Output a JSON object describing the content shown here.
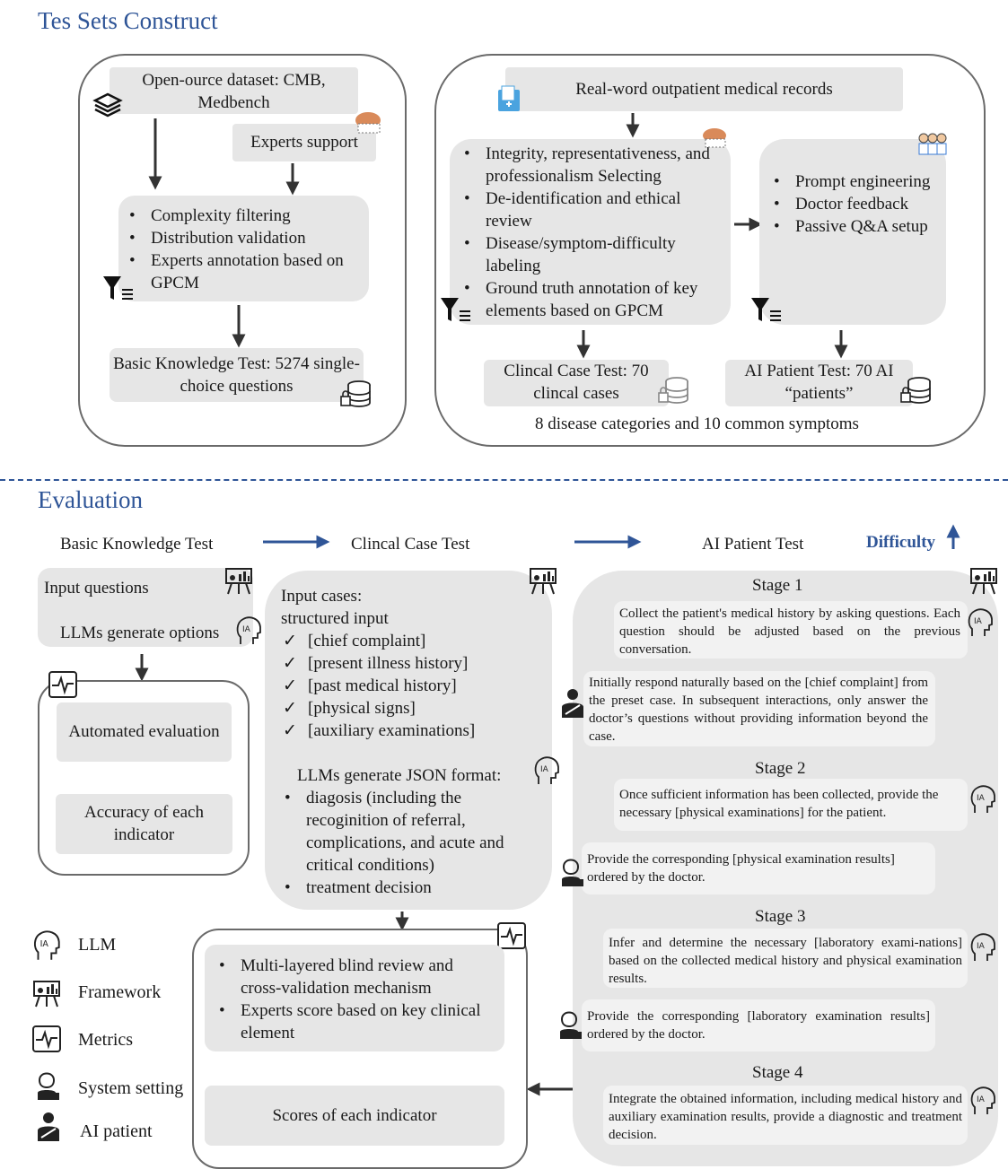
{
  "section1": {
    "title": "Tes Sets Construct",
    "left": {
      "source": "Open-ource dataset: CMB, Medbench",
      "experts": "Experts support",
      "filters": [
        "Complexity filtering",
        "Distribution validation",
        "Experts annotation based on GPCM"
      ],
      "result": "Basic Knowledge Test: 5274 single-choice questions"
    },
    "right": {
      "source": "Real-word outpatient medical records",
      "steps": [
        "Integrity, representativeness, and professionalism Selecting",
        "De-identification and ethical review",
        "Disease/symptom-difficulty labeling",
        "Ground truth annotation of key elements based on GPCM"
      ],
      "prompt": [
        "Prompt engineering",
        "Doctor feedback",
        "Passive Q&A setup"
      ],
      "clinical_test": "Clincal Case Test: 70 clincal cases",
      "ai_patient_test": "AI Patient Test: 70 AI “patients”",
      "footnote": "8 disease categories and 10 common symptoms"
    }
  },
  "section2": {
    "title": "Evaluation",
    "headers": {
      "basic": "Basic Knowledge Test",
      "clinical": "Clincal Case Test",
      "ai": "AI Patient Test",
      "difficulty": "Difficulty"
    },
    "basic": {
      "input": "Input questions",
      "llm": "LLMs generate options",
      "auto": "Automated evaluation",
      "accuracy": "Accuracy of each indicator"
    },
    "clinical": {
      "input_title": "Input cases:",
      "input_sub": "structured input",
      "checks": [
        "[chief complaint]",
        "[present illness history]",
        "[past medical history]",
        "[physical signs]",
        "[auxiliary examinations]"
      ],
      "json_title": "LLMs generate JSON format:",
      "outputs": [
        "diagosis (including the recoginition of referral, complications, and acute and critical conditions)",
        "treatment decision"
      ],
      "review": [
        "Multi-layered blind review and cross-validation mechanism",
        "Experts score based on key clinical element"
      ],
      "scores": "Scores of each indicator"
    },
    "ai": {
      "stage1": "Stage 1",
      "s1_llm": "Collect the patient's medical history by asking questions. Each question should be adjusted based on the previous conversation.",
      "s1_patient": "Initially respond naturally based on the [chief complaint] from the preset case. In subsequent interactions, only answer the doctor’s questions without providing information beyond the case.",
      "stage2": "Stage 2",
      "s2_llm": "Once sufficient information has been collected, provide the necessary [physical examinations] for the patient.",
      "s2_sys": "Provide the corresponding [physical examination results] ordered by the doctor.",
      "stage3": "Stage 3",
      "s3_llm": "Infer and determine the necessary [laboratory exami-nations] based on the collected medical history and physical examination results.",
      "s3_sys": "Provide the corresponding [laboratory examination results] ordered by the doctor.",
      "stage4": "Stage 4",
      "s4_llm": "Integrate the obtained information, including medical history and auxiliary examination results, provide a diagnostic and treatment decision."
    },
    "legend": [
      "LLM",
      "Framework",
      "Metrics",
      "System setting",
      "AI patient"
    ]
  },
  "colors": {
    "title_blue": "#2f5597",
    "box_gray": "#e6e6e6",
    "light_box": "#f2f2f2",
    "border": "#6a6a6a"
  }
}
